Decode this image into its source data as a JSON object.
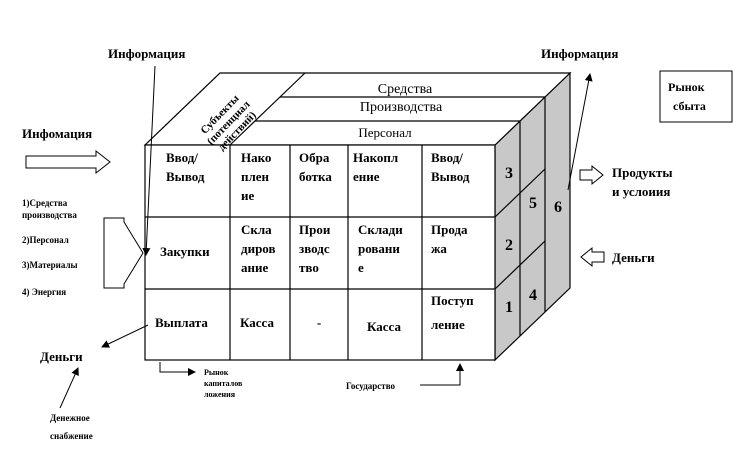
{
  "top_labels": {
    "sredstva_l1": "Средства",
    "sredstva_l2": "Производства",
    "personal": "Персонал",
    "subjects_l1": "Субъекты",
    "subjects_l2": "(потенциал",
    "subjects_l3": "действий)"
  },
  "info_top_left": "Информация",
  "info_top_right": "Информация",
  "info_left": "Инфомация",
  "market_box_l1": "Рынок",
  "market_box_l2": "сбыта",
  "left_list": {
    "item1_l1": "1)Средства",
    "item1_l2": "производства",
    "item2": "2)Персонал",
    "item3": "3)Материалы",
    "item4": "4) Энергия"
  },
  "grid": {
    "row1": {
      "c1_l1": "Ввод/",
      "c1_l2": "Вывод",
      "c2_l1": "Нако",
      "c2_l2": "плен",
      "c2_l3": "ие",
      "c3_l1": "Обра",
      "c3_l2": "ботка",
      "c4_l1": "Накопл",
      "c4_l2": "ение",
      "c5_l1": "Ввод/",
      "c5_l2": "Вывод"
    },
    "row2": {
      "c1": "Закупки",
      "c2_l1": "Скла",
      "c2_l2": "диров",
      "c2_l3": "ание",
      "c3_l1": "Прои",
      "c3_l2": "зводс",
      "c3_l3": "тво",
      "c4_l1": "Склади",
      "c4_l2": "ровани",
      "c4_l3": "е",
      "c5_l1": "Прода",
      "c5_l2": "жа"
    },
    "row3": {
      "c1": "Выплата",
      "c2": "Касса",
      "c3": "-",
      "c4": "Касса",
      "c5_l1": "Поступ",
      "c5_l2": "ление"
    }
  },
  "side_numbers": {
    "n1": "1",
    "n2": "2",
    "n3": "3",
    "n4": "4",
    "n5": "5",
    "n6": "6"
  },
  "right_labels": {
    "products_l1": "Продукты",
    "products_l2": "и услоиия",
    "money": "Деньги"
  },
  "bottom_labels": {
    "money_left": "Деньги",
    "cash_l1": "Денежное",
    "cash_l2": "снабжение",
    "capital_l1": "Рынок",
    "capital_l2": "капиталов",
    "capital_l3": "ложения",
    "state": "Государство"
  },
  "colors": {
    "side_face": "#c8c8c8",
    "line": "#000000",
    "background": "#ffffff"
  }
}
